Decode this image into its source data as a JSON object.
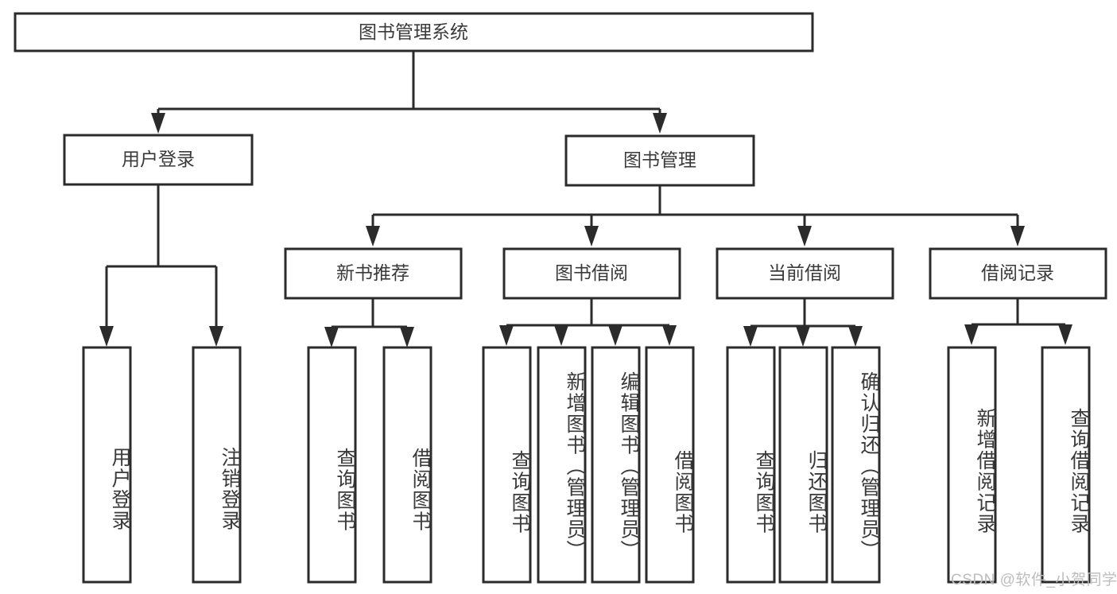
{
  "diagram": {
    "type": "tree",
    "title_node": "图书管理系统",
    "colors": {
      "box_stroke": "#2b2b2b",
      "box_fill": "#ffffff",
      "text": "#3a3a3a",
      "background": "#ffffff",
      "watermark": "#bdbdbd"
    },
    "root": {
      "label": "图书管理系统"
    },
    "level2": [
      {
        "label": "用户登录"
      },
      {
        "label": "图书管理"
      }
    ],
    "level3": [
      {
        "label": "新书推荐"
      },
      {
        "label": "图书借阅"
      },
      {
        "label": "当前借阅"
      },
      {
        "label": "借阅记录"
      }
    ],
    "leaves": {
      "user_login": [
        {
          "label": "用户登录"
        },
        {
          "label": "注销登录"
        }
      ],
      "new_book_recommend": [
        {
          "label": "查询图书"
        },
        {
          "label": "借阅图书"
        }
      ],
      "book_borrow": [
        {
          "label": "查询图书"
        },
        {
          "label": "新增图书（管理员）"
        },
        {
          "label": "编辑图书（管理员）"
        },
        {
          "label": "借阅图书"
        }
      ],
      "current_borrow": [
        {
          "label": "查询图书"
        },
        {
          "label": "归还图书"
        },
        {
          "label": "确认归还（管理员）"
        }
      ],
      "borrow_record": [
        {
          "label": "新增借阅记录"
        },
        {
          "label": "查询借阅记录"
        }
      ]
    },
    "watermark": "CSDN @软件_小贺同学"
  }
}
